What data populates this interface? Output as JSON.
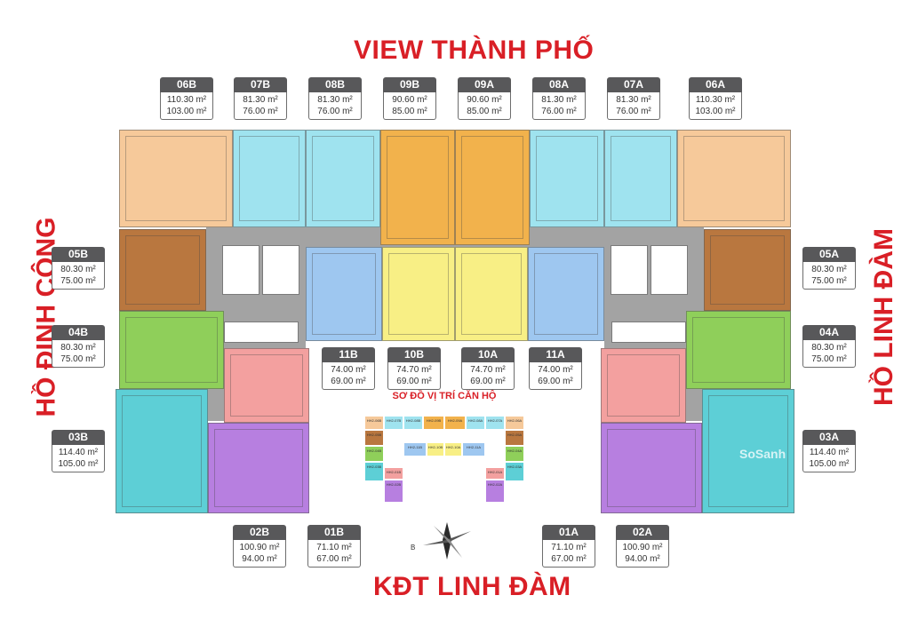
{
  "headings": {
    "top": "VIEW THÀNH PHỐ",
    "bottom": "KĐT LINH ĐÀM",
    "left": "HỒ ĐỊNH CÔNG",
    "right": "HỒ LINH ĐÀM"
  },
  "legend": {
    "title": "SƠ ĐỒ VỊ TRÍ CĂN HỘ"
  },
  "compass_letter": "B",
  "watermark": "SoSanh",
  "colors": {
    "06": "#f6c99a",
    "07": "#9fe3ef",
    "08": "#9fe3ef",
    "09": "#f2b24c",
    "05": "#b9773f",
    "04": "#8fcf5a",
    "03": "#5dcfd6",
    "02": "#b77fe0",
    "01": "#f3a09f",
    "10": "#f8ef85",
    "11": "#9ec7f0"
  },
  "units": [
    {
      "code": "06B",
      "area1": "110.30 m²",
      "area2": "103.00 m²"
    },
    {
      "code": "07B",
      "area1": "81.30 m²",
      "area2": "76.00 m²"
    },
    {
      "code": "08B",
      "area1": "81.30 m²",
      "area2": "76.00 m²"
    },
    {
      "code": "09B",
      "area1": "90.60 m²",
      "area2": "85.00 m²"
    },
    {
      "code": "09A",
      "area1": "90.60 m²",
      "area2": "85.00 m²"
    },
    {
      "code": "08A",
      "area1": "81.30 m²",
      "area2": "76.00 m²"
    },
    {
      "code": "07A",
      "area1": "81.30 m²",
      "area2": "76.00 m²"
    },
    {
      "code": "06A",
      "area1": "110.30 m²",
      "area2": "103.00 m²"
    },
    {
      "code": "05B",
      "area1": "80.30 m²",
      "area2": "75.00 m²"
    },
    {
      "code": "04B",
      "area1": "80.30 m²",
      "area2": "75.00 m²"
    },
    {
      "code": "03B",
      "area1": "114.40 m²",
      "area2": "105.00 m²"
    },
    {
      "code": "05A",
      "area1": "80.30 m²",
      "area2": "75.00 m²"
    },
    {
      "code": "04A",
      "area1": "80.30 m²",
      "area2": "75.00 m²"
    },
    {
      "code": "03A",
      "area1": "114.40 m²",
      "area2": "105.00 m²"
    },
    {
      "code": "11B",
      "area1": "74.00 m²",
      "area2": "69.00 m²"
    },
    {
      "code": "10B",
      "area1": "74.70 m²",
      "area2": "69.00 m²"
    },
    {
      "code": "10A",
      "area1": "74.70 m²",
      "area2": "69.00 m²"
    },
    {
      "code": "11A",
      "area1": "74.00 m²",
      "area2": "69.00 m²"
    },
    {
      "code": "02B",
      "area1": "100.90 m²",
      "area2": "94.00 m²"
    },
    {
      "code": "01B",
      "area1": "71.10 m²",
      "area2": "67.00 m²"
    },
    {
      "code": "01A",
      "area1": "71.10 m²",
      "area2": "67.00 m²"
    },
    {
      "code": "02A",
      "area1": "100.90 m²",
      "area2": "94.00 m²"
    }
  ],
  "key_cells": [
    "HH2-06B",
    "HH2-07B",
    "HH2-08B",
    "HH2-09B",
    "HH2-09A",
    "HH2-08A",
    "HH2-07A",
    "HH2-06A",
    "HH2-05B",
    "HH2-05A",
    "HH2-04B",
    "HH2-04A",
    "HH2-03B",
    "HH2-03A",
    "HH2-11B",
    "HH2-10B",
    "HH2-10A",
    "HH2-11A",
    "HH2-02B",
    "HH2-01B",
    "HH2-01A",
    "HH2-02A"
  ]
}
